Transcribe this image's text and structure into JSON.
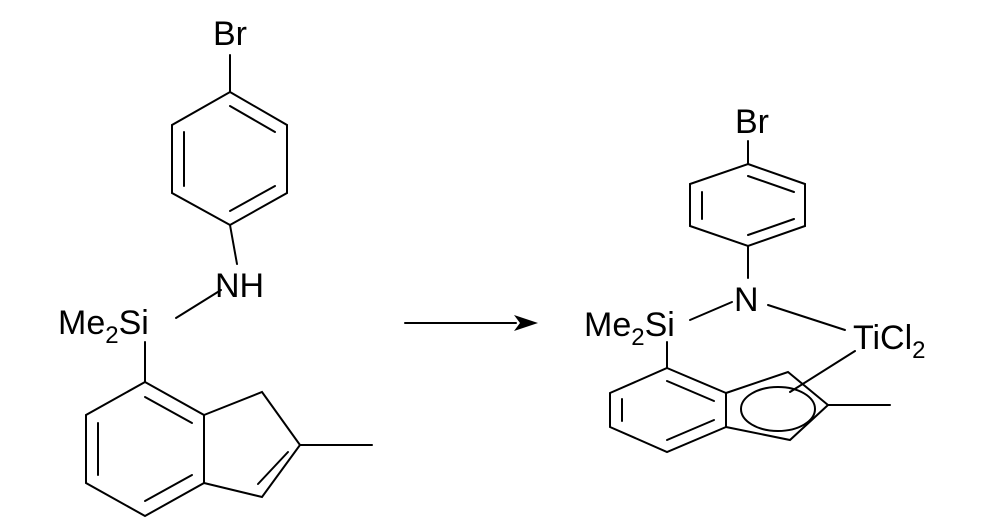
{
  "reactant": {
    "bromo_label": "Br",
    "amine_label": "NH",
    "silyl_main": "Me",
    "silyl_sub": "2",
    "silyl_tail": "Si"
  },
  "arrow": {
    "direction": "right"
  },
  "product": {
    "bromo_label": "Br",
    "nitrogen_label": "N",
    "silyl_main": "Me",
    "silyl_sub": "2",
    "silyl_tail": "Si",
    "metal_main": "TiCl",
    "metal_sub": "2"
  },
  "colors": {
    "ink": "#000000",
    "background": "#ffffff"
  }
}
